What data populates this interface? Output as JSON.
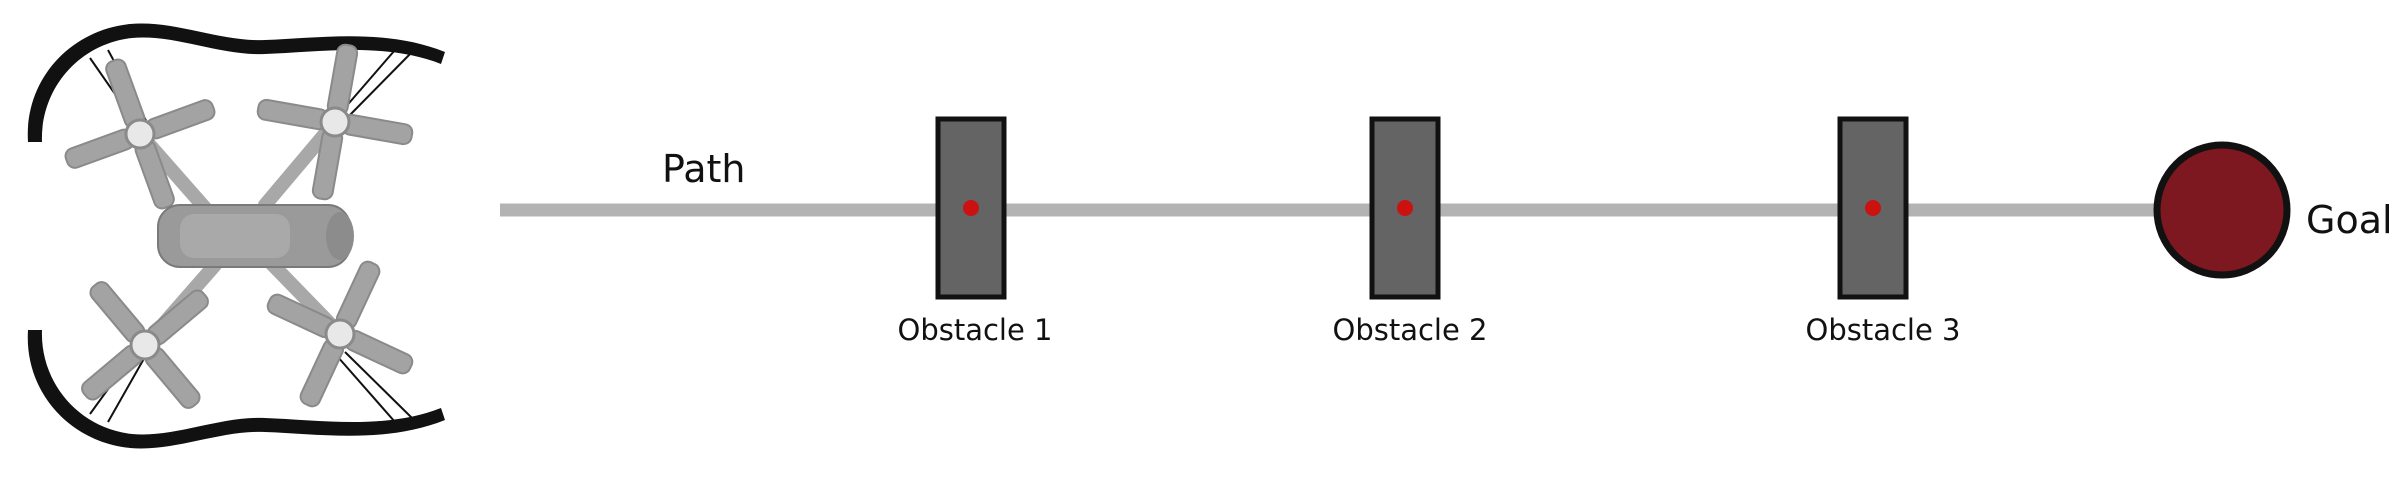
{
  "diagram": {
    "path_label": "Path",
    "goal_label": "Goal",
    "obstacles": [
      {
        "label": "Obstacle 1"
      },
      {
        "label": "Obstacle 2"
      },
      {
        "label": "Obstacle 3"
      }
    ]
  },
  "colors": {
    "path_line": "#b3b3b3",
    "obstacle_fill": "#646464",
    "obstacle_stroke": "#111111",
    "obstacle_dot": "#cc1111",
    "goal_fill": "#7d1820",
    "goal_stroke": "#111111",
    "drone_body": "#9a9a9a",
    "drone_bumper": "#111111"
  },
  "icons": {
    "vehicle": "quadcopter-drone-icon",
    "goal": "goal-marker-icon"
  }
}
